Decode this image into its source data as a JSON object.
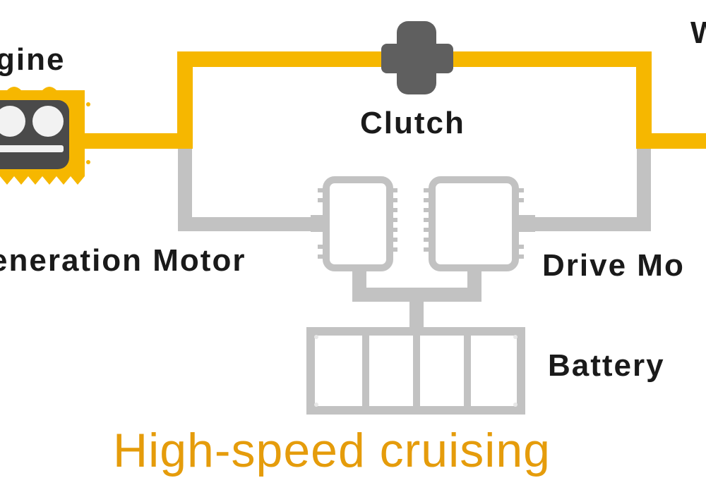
{
  "labels": {
    "engine": "gine",
    "wheel": "W",
    "clutch": "Clutch",
    "generation_motor": "eneration Motor",
    "drive_motor": "Drive Mo",
    "battery": "Battery"
  },
  "caption": "High-speed cruising",
  "colors": {
    "active_path": "#F6B700",
    "inactive_path": "#C2C2C2",
    "clutch": "#5F5F5F",
    "engine_body": "#F6B700",
    "engine_face": "#4A4A4A",
    "caption_text": "#E59C0B"
  },
  "icons": [
    "engine-icon",
    "clutch-icon",
    "generation-motor-icon",
    "drive-motor-icon",
    "battery-icon"
  ]
}
